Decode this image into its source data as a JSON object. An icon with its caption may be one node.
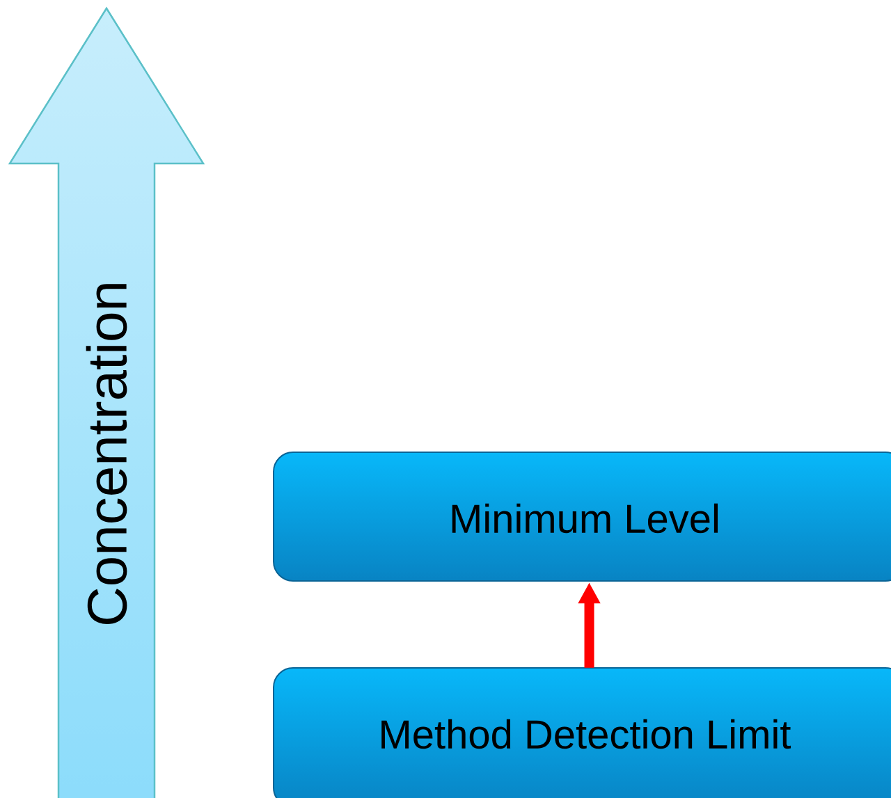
{
  "diagram": {
    "nodes": [
      {
        "text": [
          "Concentration"
        ]
      },
      {
        "text": [
          "Minimum Level"
        ]
      },
      {
        "text": [
          "Method Detection Limit"
        ]
      }
    ],
    "edges": [
      {
        "from": 2,
        "to": 1,
        "arrow": "to",
        "color": "#ff0000"
      }
    ]
  }
}
